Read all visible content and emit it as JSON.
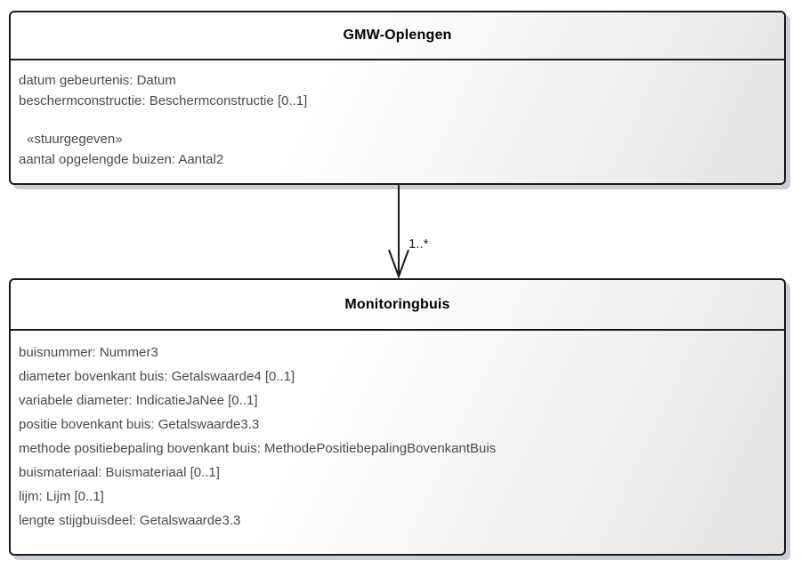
{
  "diagram": {
    "type": "uml-class-diagram",
    "classes": [
      {
        "name": "GMW-Oplengen",
        "attributes": [
          "datum gebeurtenis: Datum",
          "beschermconstructie: Beschermconstructie [0..1]"
        ],
        "stereotype": "«stuurgegeven»",
        "stereotyped_attributes": [
          "aantal opgelengde buizen: Aantal2"
        ]
      },
      {
        "name": "Monitoringbuis",
        "attributes": [
          "buisnummer: Nummer3",
          "diameter bovenkant buis: Getalswaarde4 [0..1]",
          "variabele diameter: IndicatieJaNee [0..1]",
          "positie bovenkant buis: Getalswaarde3.3",
          "methode positiebepaling bovenkant buis: MethodePositiebepalingBovenkantBuis",
          "buismateriaal: Buismateriaal [0..1]",
          "lijm: Lijm [0..1]",
          "lengte stijgbuisdeel: Getalswaarde3.3"
        ]
      }
    ],
    "association": {
      "from": "GMW-Oplengen",
      "to": "Monitoringbuis",
      "multiplicity": "1..*",
      "arrowhead": "open-arrowhead"
    }
  },
  "colors": {
    "border": "#1a1a1a",
    "shadow": "#c9ced6",
    "fill_start": "#ffffff",
    "fill_end": "#e4e4e6",
    "attr_text": "#4a4a4a",
    "title_text": "#000000"
  }
}
